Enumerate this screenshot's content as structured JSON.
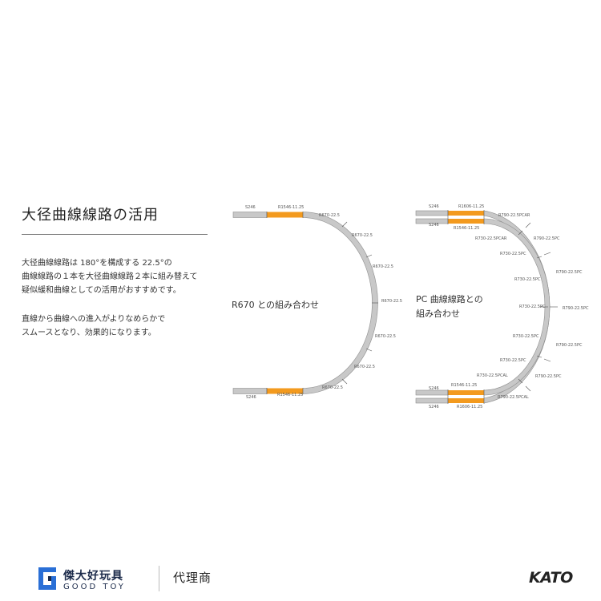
{
  "title": "大径曲線線路の活用",
  "paragraph1": [
    "大径曲線線路は 180°を構成する 22.5°の",
    "曲線線路の１本を大径曲線線路２本に組み替えて",
    "疑似緩和曲線としての活用がおすすめです。"
  ],
  "paragraph2": [
    "直線から曲線への進入がよりなめらかで",
    "スムースとなり、効果的になります。"
  ],
  "diagram_left": {
    "caption": "R670 との組み合わせ",
    "labels": {
      "s246_top": "S246",
      "r1546_top": "R1546-11.25",
      "r670_1": "R670-22.5",
      "r670_2": "R670-22.5",
      "r670_3": "R670-22.5",
      "r670_4": "R670-22.5",
      "r670_5": "R670-22.5",
      "r670_6": "R670-22.5",
      "r670_7": "R670-22.5",
      "s246_bottom": "S246",
      "r1546_bottom": "R1546-11.25"
    }
  },
  "diagram_right": {
    "caption_line1": "PC 曲線線路との",
    "caption_line2": "組み合わせ",
    "labels": {
      "s246_a": "S246",
      "r1606_top": "R1606-11.25",
      "r790_car": "R790-22.5PCAR",
      "s246_b": "S246",
      "r1546_top": "R1546-11.25",
      "r730_car": "R730-22.5PCAR",
      "r790_1": "R790-22.5PC",
      "r730_1": "R730-22.5PC",
      "r790_2": "R790-22.5PC",
      "r730_2": "R730-22.5PC",
      "r790_3": "R790-22.5PC",
      "r730_3": "R730-22.5PC",
      "r790_4": "R790-22.5PC",
      "r730_4": "R730-22.5PC",
      "r730_5": "R730-22.5PC",
      "r790_5": "R790-22.5PC",
      "r730_cal": "R730-22.5PCAL",
      "s246_c": "S246",
      "r1546_bottom": "R1546-11.25",
      "r790_cal": "R790-22.5PCAL",
      "s246_d": "S246",
      "r1606_bottom": "R1606-11.25"
    }
  },
  "footer": {
    "brand_name": "傑大好玩具",
    "brand_en": "GOOD TOY",
    "agent": "代理商",
    "kato": "KATO"
  },
  "colors": {
    "track_gray": "#c8c8c8",
    "track_orange": "#f39a1e",
    "brand_navy": "#1b2a4a",
    "brand_blue": "#2a6fd6"
  }
}
